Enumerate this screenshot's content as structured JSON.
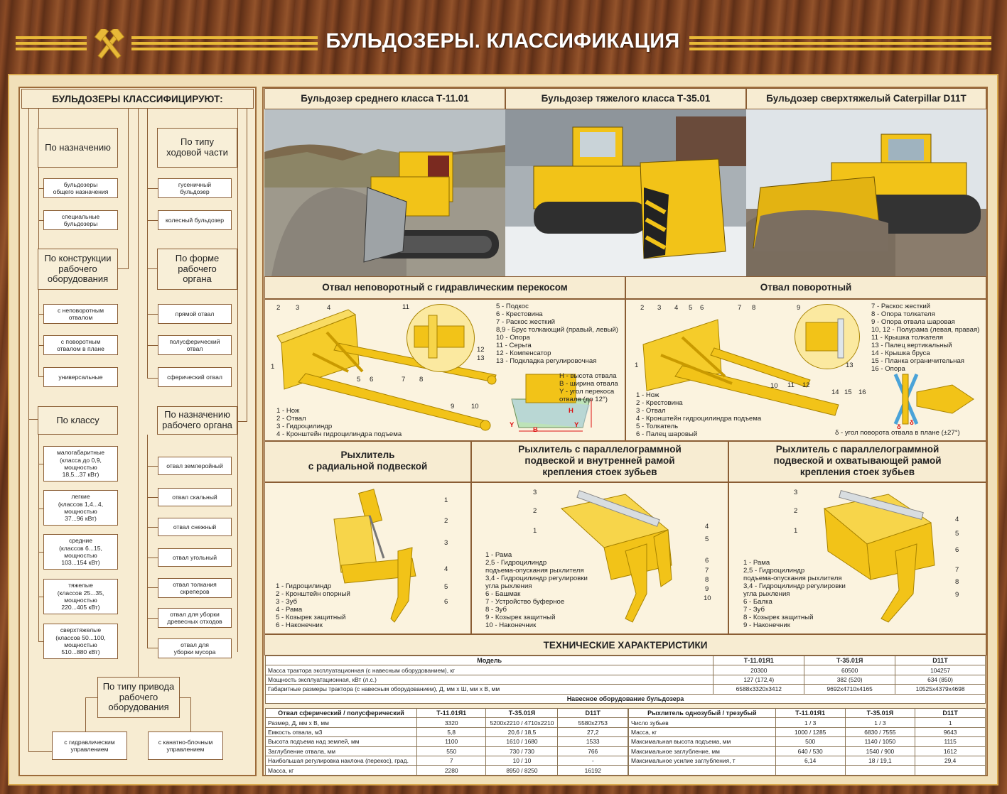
{
  "title": "БУЛЬДОЗЕРЫ. КЛАССИФИКАЦИЯ",
  "colors": {
    "accent": "#e8b938",
    "panel": "#f7ecd2",
    "border": "#8a5d34",
    "yellow": "#f2c318"
  },
  "icon": "hammer-and-pick-icon",
  "classification": {
    "heading": "БУЛЬДОЗЕРЫ КЛАССИФИЦИРУЮТ:",
    "purpose": {
      "label": "По назначению",
      "items": [
        "бульдозеры\nобщего назначения",
        "специальные\nбульдозеры"
      ]
    },
    "design": {
      "label": "По конструкции\nрабочего\nоборудования",
      "items": [
        "с неповоротным\nотвалом",
        "с поворотным\nотвалом в плане",
        "универсальные"
      ]
    },
    "klass": {
      "label": "По классу",
      "items": [
        "малогабаритные\n(класса до 0,9,\nмощностью\n18,5...37 кВт)",
        "легкие\n(классов 1,4...4,\nмощностью\n37...96 кВт)",
        "средние\n(классов 6...15,\nмощностью\n103...154 кВт)",
        "тяжелые\n(классов 25...35,\nмощностью\n220...405 кВт)",
        "сверхтяжелые\n(классов 50...100,\nмощностью\n510...880 кВт)"
      ]
    },
    "running": {
      "label": "По типу\nходовой части",
      "items": [
        "гусеничный\nбульдозер",
        "колесный бульдозер"
      ]
    },
    "shape": {
      "label": "По форме\nрабочего\nоргана",
      "items": [
        "прямой отвал",
        "полусферический\nотвал",
        "сферический отвал"
      ]
    },
    "organ": {
      "label": "По назначению\nрабочего органа",
      "items": [
        "отвал землеройный",
        "отвал скальный",
        "отвал снежный",
        "отвал угольный",
        "отвал толкания\nскреперов",
        "отвал для уборки\nдревесных отходов",
        "отвал для\nуборки мусора"
      ]
    },
    "drive": {
      "label": "По типу привода\nрабочего\nоборудования",
      "items": [
        "с гидравлическим\nуправлением",
        "с канатно-блочным\nуправлением"
      ]
    }
  },
  "photos": [
    "Бульдозер среднего класса Т-11.01",
    "Бульдозер тяжелого класса Т-35.01",
    "Бульдозер сверхтяжелый Caterpillar D11T"
  ],
  "blade1": {
    "title": "Отвал неповоротный с гидравлическим перекосом",
    "legend_a": "1 - Нож\n2 - Отвал\n3 - Гидроцилиндр\n4 - Кронштейн гидроцилиндра подъема",
    "legend_b": "5 - Подкос\n6 - Крестовина\n7 - Раскос жесткий\n8,9 - Брус толкающий (правый, левый)\n10 - Опора\n11 - Серьга\n12 - Компенсатор\n13 - Подкладка регулировочная",
    "dims": "H - высота отвала\nB - ширина отвала\nY - угол перекоса\n      отвала (до 12°)",
    "nums": [
      "1",
      "2",
      "3",
      "4",
      "5",
      "6",
      "7",
      "8",
      "9",
      "10",
      "11",
      "12",
      "13"
    ],
    "letters": [
      "H",
      "B",
      "Y",
      "Y"
    ]
  },
  "blade2": {
    "title": "Отвал поворотный",
    "legend_a": "1 - Нож\n2 - Крестовина\n3 - Отвал\n4 - Кронштейн гидроцилиндра подъема\n5 - Толкатель\n6 - Палец шаровый",
    "legend_b": "7 - Раскос жесткий\n8 - Опора толкателя\n9 - Опора отвала шаровая\n10, 12 - Полурама (левая, правая)\n11 - Крышка толкателя\n13 - Палец вертикальный\n14 - Крышка бруса\n15 - Планка ограничительная\n16 - Опора",
    "note": "δ - угол поворота отвала в плане (±27°)",
    "nums": [
      "1",
      "2",
      "3",
      "4",
      "5",
      "6",
      "7",
      "8",
      "9",
      "10",
      "11",
      "12",
      "13",
      "14",
      "15",
      "16"
    ],
    "delta": "δ"
  },
  "ripper1": {
    "title": "Рыхлитель\nс радиальной подвеской",
    "legend": "1 - Гидроцилиндр\n2 - Кронштейн опорный\n3 - Зуб\n4 - Рама\n5 - Козырек защитный\n6 - Наконечник",
    "nums": [
      "1",
      "2",
      "3",
      "4",
      "5",
      "6"
    ]
  },
  "ripper2": {
    "title": "Рыхлитель с параллелограммной\nподвеской и внутренней рамой\nкрепления стоек зубьев",
    "legend": "1 - Рама\n2,5 - Гидроцилиндр\nподъема-опускания рыхлителя\n3,4 - Гидроцилиндр регулировки\nугла рыхления\n6 - Башмак\n7 - Устройство буферное\n8 - Зуб\n9 - Козырек защитный\n10 - Наконечник",
    "nums": [
      "1",
      "2",
      "3",
      "4",
      "5",
      "6",
      "7",
      "8",
      "9",
      "10"
    ]
  },
  "ripper3": {
    "title": "Рыхлитель с параллелограммной\nподвеской и охватывающей рамой\nкрепления стоек зубьев",
    "legend": "1 - Рама\n2,5 - Гидроцилиндр\nподъема-опускания рыхлителя\n3,4 - Гидроцилиндр регулировки\nугла рыхления\n6 - Балка\n7 - Зуб\n8 - Козырек защитный\n9 - Наконечник",
    "nums": [
      "1",
      "2",
      "3",
      "4",
      "5",
      "6",
      "7",
      "8",
      "9"
    ]
  },
  "specs": {
    "title": "ТЕХНИЧЕСКИЕ ХАРАКТЕРИСТИКИ",
    "model_header": "Модель",
    "models": [
      "Т-11.01Я1",
      "Т-35.01Я",
      "D11T"
    ],
    "rows": [
      [
        "Масса трактора эксплуатационная (с навесным оборудованием), кг",
        "20300",
        "60500",
        "104257"
      ],
      [
        "Мощность эксплуатационная, кВт (л.с.)",
        "127 (172,4)",
        "382 (520)",
        "634 (850)"
      ],
      [
        "Габаритные размеры трактора (с навесным оборудованием),  Д, мм х Ш, мм х В, мм",
        "6588х3320х3412",
        "9692х4710х4165",
        "10525х4379х4698"
      ]
    ],
    "subtitle": "Навесное оборудование бульдозера",
    "blade_header": [
      "Отвал сферический / полусферический",
      "Т-11.01Я1",
      "Т-35.01Я",
      "D11T"
    ],
    "blade_rows": [
      [
        "Размер, Д, мм х В, мм",
        "3320",
        "5200х2210 / 4710х2210",
        "5580х2753"
      ],
      [
        "Емкость отвала, м3",
        "5,8",
        "20,6 / 18,5",
        "27,2"
      ],
      [
        "Высота подъема над землей, мм",
        "1100",
        "1610 / 1680",
        "1533"
      ],
      [
        "Заглубление отвала, мм",
        "550",
        "730 / 730",
        "766"
      ],
      [
        "Наибольшая регулировка наклона (перекос), град.",
        "7",
        "10 / 10",
        "-"
      ],
      [
        "Масса, кг",
        "2280",
        "8950 / 8250",
        "16192"
      ]
    ],
    "ripper_header": [
      "Рыхлитель однозубый / трезубый",
      "Т-11.01Я1",
      "Т-35.01Я",
      "D11T"
    ],
    "ripper_rows": [
      [
        "Число зубьев",
        "1 / 3",
        "1 / 3",
        "1"
      ],
      [
        "Масса, кг",
        "1000 / 1285",
        "6830 / 7555",
        "9643"
      ],
      [
        "Максимальная высота подъема, мм",
        "500",
        "1140 / 1050",
        "1115"
      ],
      [
        "Максимальное заглубление, мм",
        "640 / 530",
        "1540 / 900",
        "1612"
      ],
      [
        "Максимальное усилие заглубления, т",
        "6,14",
        "18 / 19,1",
        "29,4"
      ],
      [
        "",
        "",
        "",
        ""
      ]
    ]
  }
}
